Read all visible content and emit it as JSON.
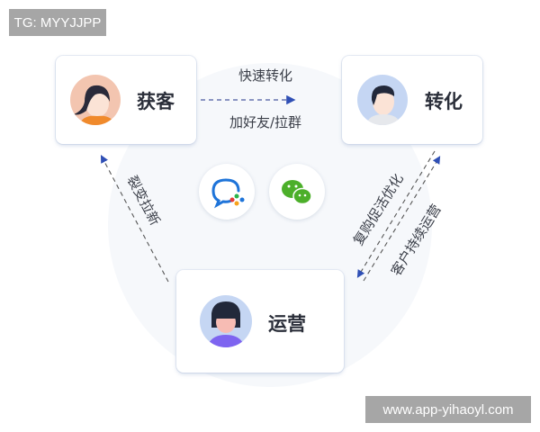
{
  "watermarks": {
    "top_left": "TG: MYYJJPP",
    "bottom_right": "www.app-yihaoyl.com"
  },
  "nodes": {
    "acquire": {
      "label": "获客",
      "avatar": "woman-ponytail-avatar"
    },
    "convert": {
      "label": "转化",
      "avatar": "man-avatar"
    },
    "operate": {
      "label": "运营",
      "avatar": "woman-bob-avatar"
    }
  },
  "edges": {
    "acquire_to_convert": {
      "top": "快速转化",
      "bottom": "加好友/拉群"
    },
    "operate_to_acquire": {
      "label": "裂变拉新"
    },
    "convert_to_operate": {
      "label": "复购促活优化"
    },
    "operate_to_convert": {
      "label": "客户持续运营"
    }
  },
  "center_icons": [
    "wecom-icon",
    "wechat-icon"
  ],
  "colors": {
    "arrow": "#2f4fb5",
    "wechat": "#4caf2a",
    "wecom_blue": "#1e74d9"
  }
}
